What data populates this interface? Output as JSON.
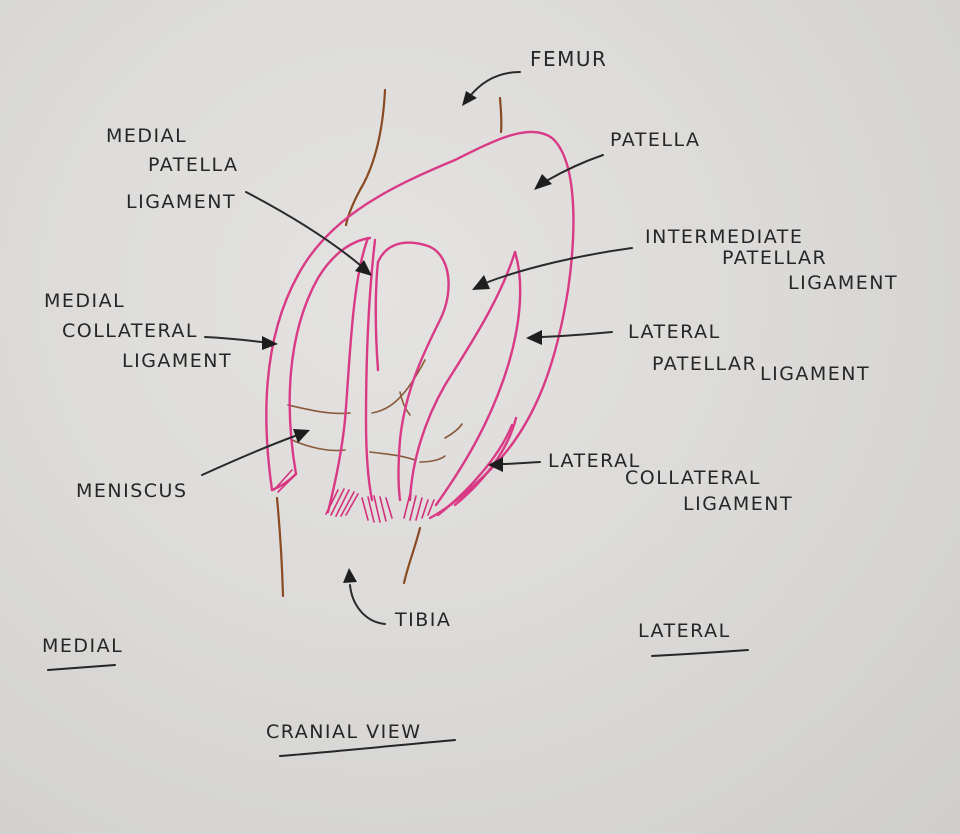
{
  "labels": {
    "femur": "FEMUR",
    "patella": "PATELLA",
    "medial_patella_ligament": [
      "MEDIAL",
      "PATELLA",
      "LIGAMENT"
    ],
    "intermediate_patellar_ligament": [
      "INTERMEDIATE",
      "PATELLAR",
      "LIGAMENT"
    ],
    "medial_collateral_ligament": [
      "MEDIAL",
      "COLLATERAL",
      "LIGAMENT"
    ],
    "lateral_patellar_ligament": [
      "LATERAL",
      "PATELLAR",
      "LIGAMENT"
    ],
    "meniscus": "MENISCUS",
    "lateral_collateral_ligament": [
      "LATERAL",
      "COLLATERAL",
      "LIGAMENT"
    ],
    "tibia": "TIBIA",
    "medial_side": "MEDIAL",
    "lateral_side": "LATERAL",
    "view": "CRANIAL VIEW"
  },
  "colors": {
    "paper": "#dcdbd9",
    "ink": "#262626",
    "ligament_pink": "#d93a86",
    "bone_brown": "#8a4a22"
  }
}
